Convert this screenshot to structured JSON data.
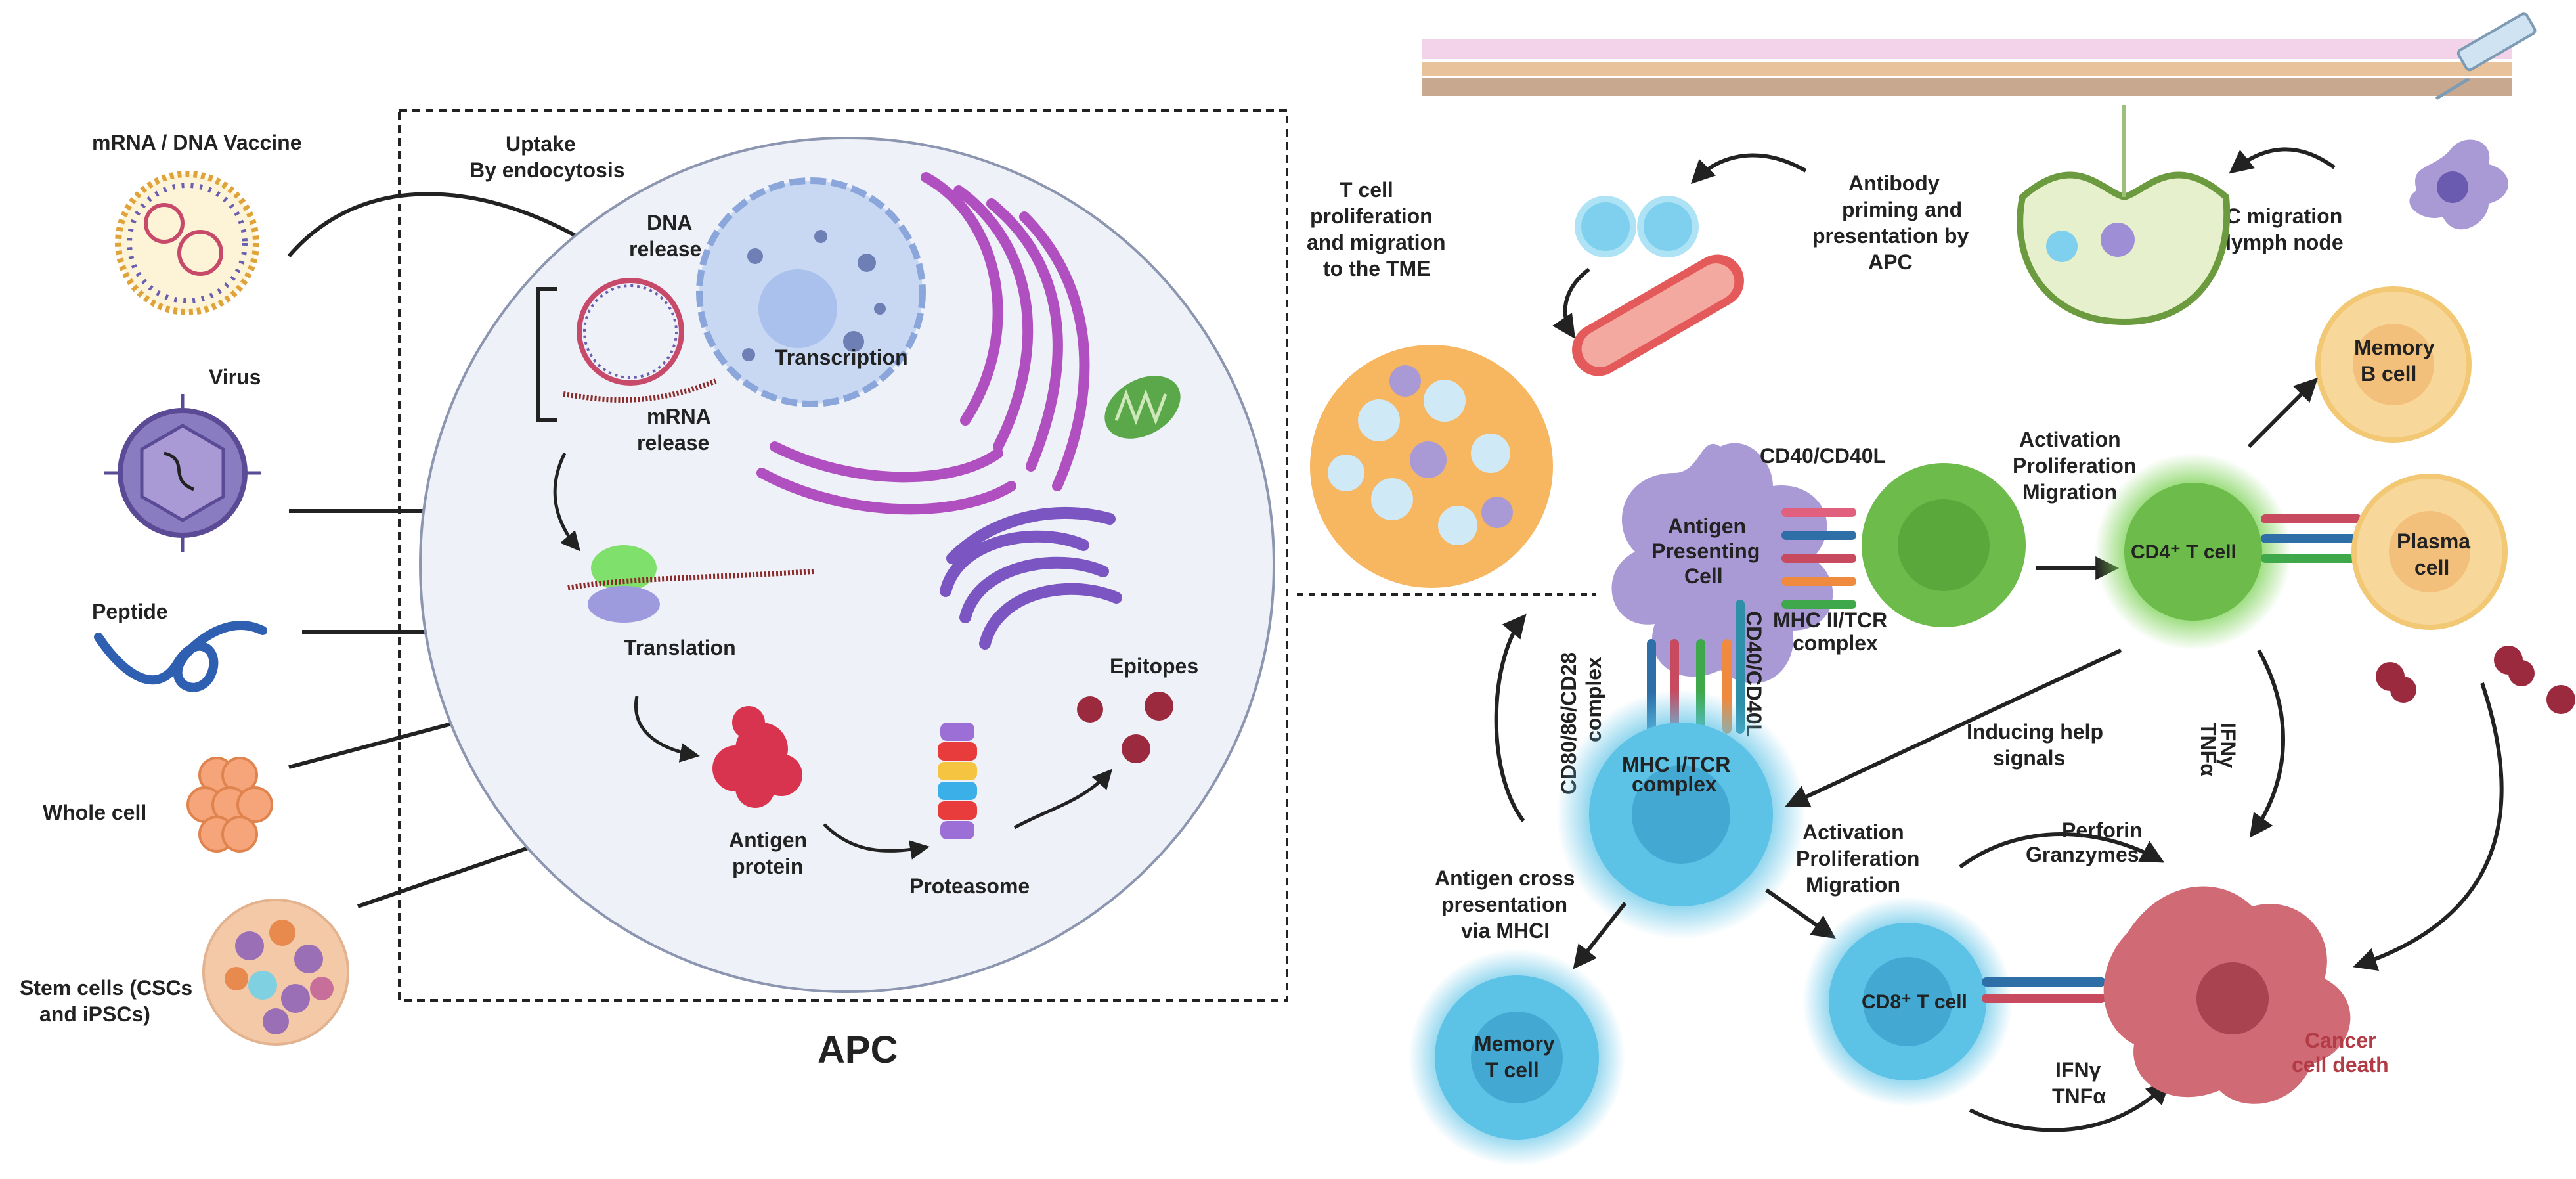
{
  "labels": {
    "vaccine": "mRNA / DNA Vaccine",
    "virus": "Virus",
    "peptide": "Peptide",
    "whole_cell": "Whole cell",
    "stem_cells_line1": "Stem cells (CSCs",
    "stem_cells_line2": "and iPSCs)",
    "uptake_line1": "Uptake",
    "uptake_line2": "By endocytosis",
    "dna_release_line1": "DNA",
    "dna_release_line2": "release",
    "mrna_release_line1": "mRNA",
    "mrna_release_line2": "release",
    "transcription": "Transcription",
    "translation": "Translation",
    "antigen_protein_line1": "Antigen",
    "antigen_protein_line2": "protein",
    "proteasome": "Proteasome",
    "epitopes": "Epitopes",
    "apc_title": "APC",
    "tcell_prolif_line1": "T cell",
    "tcell_prolif_line2": "proliferation",
    "tcell_prolif_line3": "and migration",
    "tcell_prolif_line4": "to the TME",
    "antibody_line1": "Antibody",
    "antibody_line2": "priming and",
    "antibody_line3": "presentation by",
    "antibody_line4": "APC",
    "apc_migration_line1": "APC migration",
    "apc_migration_line2": "to lymph node",
    "memory_b_line1": "Memory",
    "memory_b_line2": "B cell",
    "apc_cell_line1": "Antigen",
    "apc_cell_line2": "Presenting",
    "apc_cell_line3": "Cell",
    "cd40_top": "CD40/CD40L",
    "activation_top_line1": "Activation",
    "activation_top_line2": "Proliferation",
    "activation_top_line3": "Migration",
    "cd4_tcell": "CD4⁺ T cell",
    "plasma_line1": "Plasma",
    "plasma_line2": "cell",
    "mhc2_line1": "MHC II/TCR",
    "mhc2_line2": "complex",
    "cd80_line1": "CD80/86/CD28",
    "cd80_line2": "complex",
    "cd40_vertical": "CD40/CD40L",
    "mhc1_line1": "MHC I/TCR",
    "mhc1_line2": "complex",
    "inducing_line1": "Inducing help",
    "inducing_line2": "signals",
    "ifn_vertical_line1": "IFNγ",
    "ifn_vertical_line2": "TNFα",
    "activation_bottom_line1": "Activation",
    "activation_bottom_line2": "Proliferation",
    "activation_bottom_line3": "Migration",
    "perforin_line1": "Perforin",
    "perforin_line2": "Granzymes",
    "cross_line1": "Antigen cross",
    "cross_line2": "presentation",
    "cross_line3": "via MHCI",
    "memory_t_line1": "Memory",
    "memory_t_line2": "T cell",
    "cd8_tcell": "CD8⁺ T cell",
    "ifn_bottom_line1": "IFNγ",
    "ifn_bottom_line2": "TNFα",
    "cancer_line1": "Cancer",
    "cancer_line2": "cell death"
  },
  "colors": {
    "apc_purple": "#a99ad6",
    "cd4_green": "#6dbb4a",
    "tcell_blue": "#5cc2e6",
    "bcell_yellow": "#f7d89a",
    "cancer_red": "#b85560",
    "golgi_purple": "#7b55c2",
    "er_magenta": "#b04fc0",
    "nucleus_blue": "#b9cdef",
    "cell_bg": "#eef1f7"
  },
  "icons": [
    "lipid-nanoparticle-icon",
    "virus-icon",
    "peptide-icon",
    "whole-cell-icon",
    "stem-cell-icon",
    "nucleus-icon",
    "endoplasmic-reticulum-icon",
    "mitochondrion-icon",
    "golgi-icon",
    "ribosome-icon",
    "antigen-protein-icon",
    "proteasome-icon",
    "epitope-icon",
    "syringe-icon",
    "lymph-node-icon",
    "blood-vessel-icon",
    "tumor-icon",
    "antibody-icon"
  ]
}
